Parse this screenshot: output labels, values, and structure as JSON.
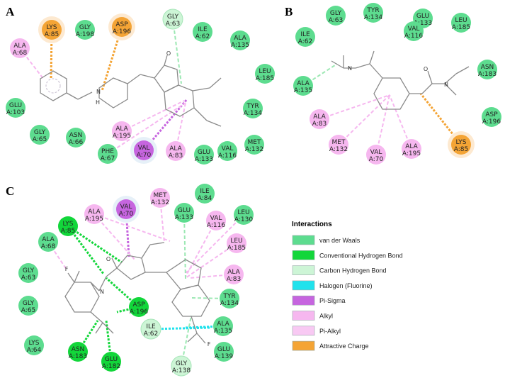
{
  "panels": [
    {
      "letter": "A",
      "residues": [
        {
          "name": "LYS",
          "num": "A:85",
          "type": "charge"
        },
        {
          "name": "GLY",
          "num": "A:198",
          "type": "vdw"
        },
        {
          "name": "ASP",
          "num": "A:196",
          "type": "charge"
        },
        {
          "name": "GLY",
          "num": "A:63",
          "type": "chb"
        },
        {
          "name": "ILE",
          "num": "A:62",
          "type": "vdw"
        },
        {
          "name": "ALA",
          "num": "A:135",
          "type": "vdw"
        },
        {
          "name": "ALA",
          "num": "A:68",
          "type": "alkyl"
        },
        {
          "name": "LEU",
          "num": "A:185",
          "type": "vdw"
        },
        {
          "name": "GLU",
          "num": "A:103",
          "type": "vdw"
        },
        {
          "name": "TYR",
          "num": "A:134",
          "type": "vdw"
        },
        {
          "name": "ALA",
          "num": "A:195",
          "type": "alkyl"
        },
        {
          "name": "GLY",
          "num": "A:65",
          "type": "vdw"
        },
        {
          "name": "ASN",
          "num": "A:66",
          "type": "vdw"
        },
        {
          "name": "MET",
          "num": "A:132",
          "type": "vdw"
        },
        {
          "name": "PHE",
          "num": "A:67",
          "type": "vdw"
        },
        {
          "name": "VAL",
          "num": "A:70",
          "type": "pisigma"
        },
        {
          "name": "ALA",
          "num": "A:83",
          "type": "alkyl"
        },
        {
          "name": "GLU",
          "num": "A:133",
          "type": "vdw"
        },
        {
          "name": "VAL",
          "num": "A:116",
          "type": "vdw"
        }
      ],
      "atoms": [
        {
          "text": "N"
        },
        {
          "text": "H"
        },
        {
          "text": "O"
        }
      ]
    },
    {
      "letter": "B",
      "residues": [
        {
          "name": "GLY",
          "num": "A:63",
          "type": "vdw"
        },
        {
          "name": "TYR",
          "num": "A:134",
          "type": "vdw"
        },
        {
          "name": "GLU",
          "num": "A:133",
          "type": "vdw"
        },
        {
          "name": "LEU",
          "num": "A:185",
          "type": "vdw"
        },
        {
          "name": "ILE",
          "num": "A:62",
          "type": "vdw"
        },
        {
          "name": "VAL",
          "num": "A:116",
          "type": "vdw"
        },
        {
          "name": "ASN",
          "num": "A:183",
          "type": "vdw"
        },
        {
          "name": "ALA",
          "num": "A:135",
          "type": "vdw"
        },
        {
          "name": "ASP",
          "num": "A:196",
          "type": "vdw"
        },
        {
          "name": "ALA",
          "num": "A:83",
          "type": "alkyl"
        },
        {
          "name": "MET",
          "num": "A:132",
          "type": "alkyl"
        },
        {
          "name": "VAL",
          "num": "A:70",
          "type": "alkyl"
        },
        {
          "name": "ALA",
          "num": "A:195",
          "type": "alkyl"
        },
        {
          "name": "LYS",
          "num": "A:85",
          "type": "charge"
        }
      ],
      "atoms": [
        {
          "text": "N"
        },
        {
          "text": "O"
        },
        {
          "text": "N"
        }
      ]
    },
    {
      "letter": "C",
      "residues": [
        {
          "name": "MET",
          "num": "A:132",
          "type": "alkyl"
        },
        {
          "name": "ILE",
          "num": "A:84",
          "type": "vdw"
        },
        {
          "name": "VAL",
          "num": "A:70",
          "type": "pisigma"
        },
        {
          "name": "LYS",
          "num": "A:85",
          "type": "hbond"
        },
        {
          "name": "ALA",
          "num": "A:195",
          "type": "alkyl"
        },
        {
          "name": "GLU",
          "num": "A:133",
          "type": "vdw"
        },
        {
          "name": "LEU",
          "num": "A:130",
          "type": "vdw"
        },
        {
          "name": "VAL",
          "num": "A:116",
          "type": "alkyl"
        },
        {
          "name": "ALA",
          "num": "A:68",
          "type": "vdw"
        },
        {
          "name": "LEU",
          "num": "A:185",
          "type": "alkyl"
        },
        {
          "name": "GLY",
          "num": "A:63",
          "type": "vdw"
        },
        {
          "name": "ALA",
          "num": "A:83",
          "type": "alkyl"
        },
        {
          "name": "TYR",
          "num": "A:134",
          "type": "vdw"
        },
        {
          "name": "GLY",
          "num": "A:65",
          "type": "vdw"
        },
        {
          "name": "ASP",
          "num": "A:196",
          "type": "hbond"
        },
        {
          "name": "ALA",
          "num": "A:135",
          "type": "vdw"
        },
        {
          "name": "ILE",
          "num": "A:62",
          "type": "chb"
        },
        {
          "name": "LYS",
          "num": "A:64",
          "type": "vdw"
        },
        {
          "name": "ASN",
          "num": "A:183",
          "type": "hbond"
        },
        {
          "name": "GLU",
          "num": "A:182",
          "type": "hbond"
        },
        {
          "name": "GLU",
          "num": "A:139",
          "type": "vdw"
        },
        {
          "name": "GLY",
          "num": "A:138",
          "type": "chb"
        }
      ],
      "atoms": [
        {
          "text": "O"
        },
        {
          "text": "N"
        },
        {
          "text": "F"
        },
        {
          "text": "F"
        }
      ]
    }
  ],
  "legend": {
    "title": "Interactions",
    "items": [
      {
        "label": "van der Waals",
        "color": "#5ddc8f"
      },
      {
        "label": "Conventional Hydrogen Bond",
        "color": "#12d63a"
      },
      {
        "label": "Carbon Hydrogen Bond",
        "color": "#cdf5d6"
      },
      {
        "label": "Halogen (Fluorine)",
        "color": "#20e2ec"
      },
      {
        "label": "Pi-Sigma",
        "color": "#c665df"
      },
      {
        "label": "Alkyl",
        "color": "#f6b7ef"
      },
      {
        "label": "Pi-Alkyl",
        "color": "#f8c9f3"
      },
      {
        "label": "Attractive Charge",
        "color": "#f4a435"
      }
    ]
  },
  "colors": {
    "vdw": "#5ddc8f",
    "hbond": "#12d63a",
    "chb": "#cdf5d6",
    "halogen": "#20e2ec",
    "pisigma": "#c665df",
    "alkyl": "#f6b7ef",
    "charge": "#f4a435"
  }
}
